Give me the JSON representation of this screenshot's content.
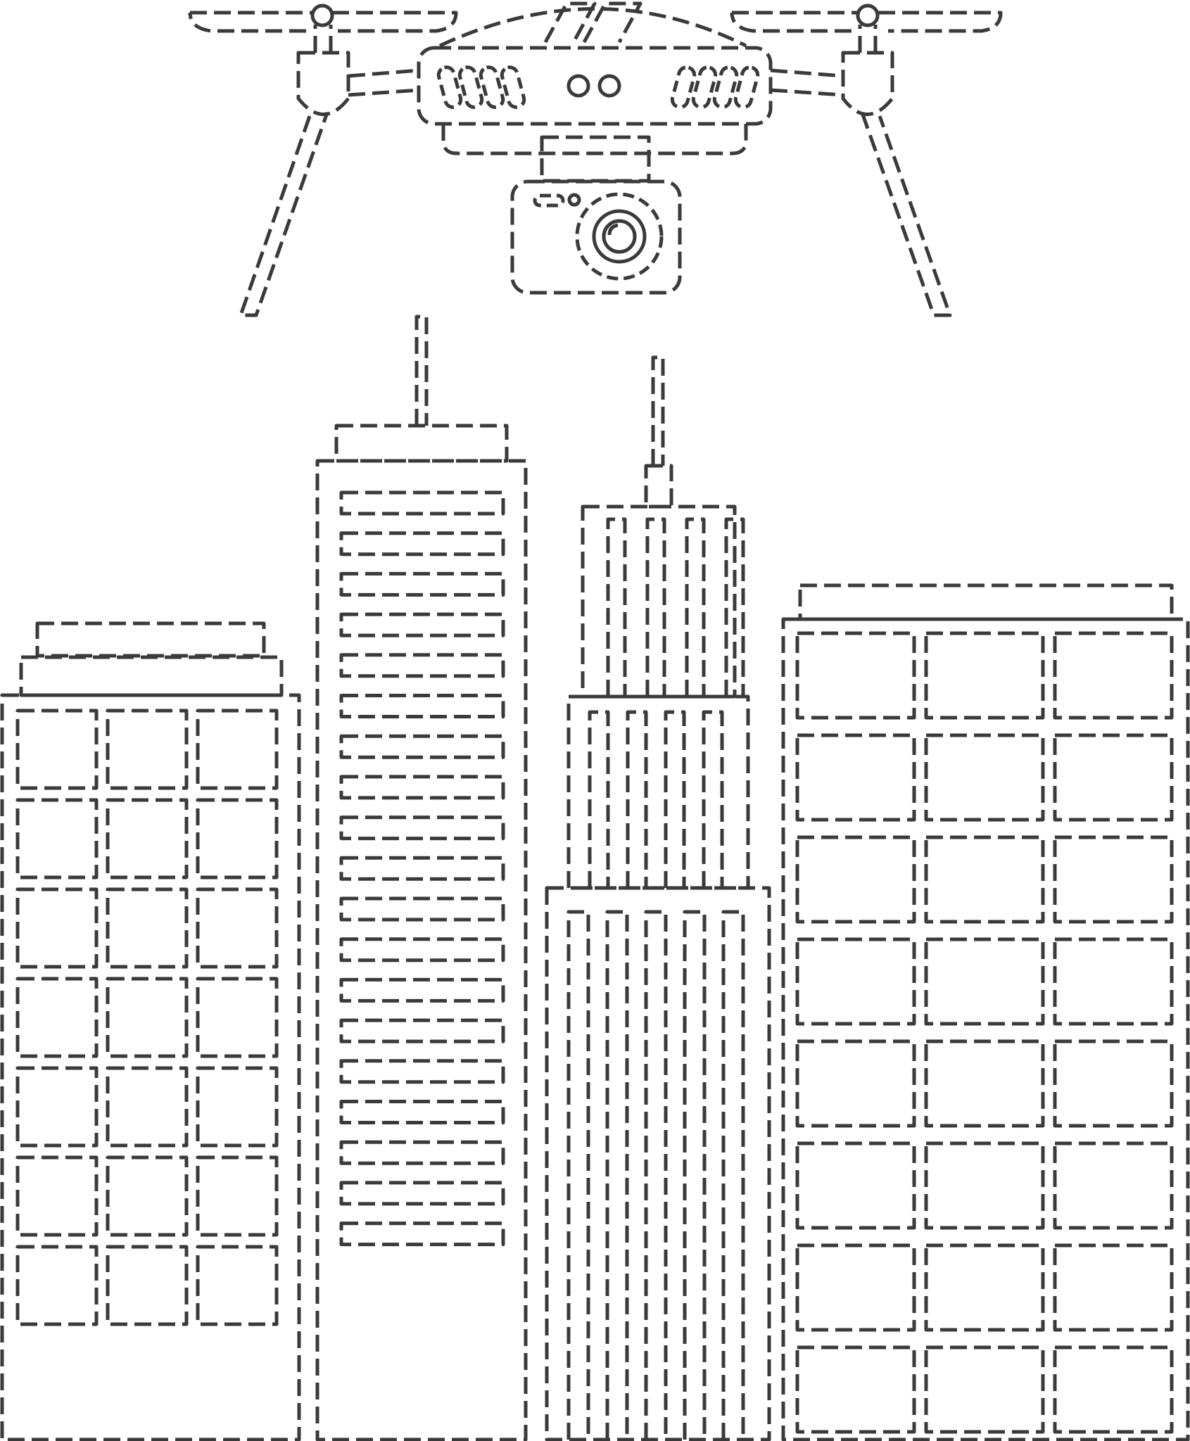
{
  "colors": {
    "background": "#ffffff",
    "stroke": "#3a3a3a"
  },
  "scene": {
    "style": "dashed line art",
    "subject_icons": [
      "drone-icon",
      "camera-icon",
      "skyscraper-icon"
    ],
    "buildings": [
      {
        "name": "left-building",
        "window_columns": 3,
        "window_rows": 7
      },
      {
        "name": "tall-tower",
        "horizontal_bands": 19
      },
      {
        "name": "spire-tower",
        "tiers": 3
      },
      {
        "name": "right-building",
        "window_columns": 3,
        "window_rows": 8
      }
    ]
  }
}
